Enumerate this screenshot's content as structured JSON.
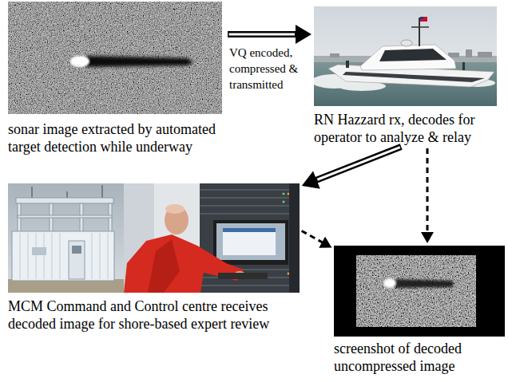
{
  "diagram": {
    "nodes": [
      {
        "text": [
          "sonar image extracted by automated target detection while underway"
        ]
      },
      {
        "text": [
          "RN Hazzard rx, decodes for operator to analyze & relay"
        ]
      },
      {
        "text": [
          "MCM Command and Control centre receives decoded image for shore-based expert review"
        ]
      },
      {
        "text": [
          "screenshot of decoded uncompressed image"
        ]
      }
    ],
    "edges": [
      {
        "from": 0,
        "to": 1,
        "arrow": "to",
        "label": "VQ encoded, compressed & transmitted"
      },
      {
        "from": 1,
        "to": 2,
        "arrow": "to"
      },
      {
        "from": 1,
        "to": 3,
        "arrow": "to"
      },
      {
        "from": 2,
        "to": 3,
        "arrow": "to"
      }
    ]
  }
}
